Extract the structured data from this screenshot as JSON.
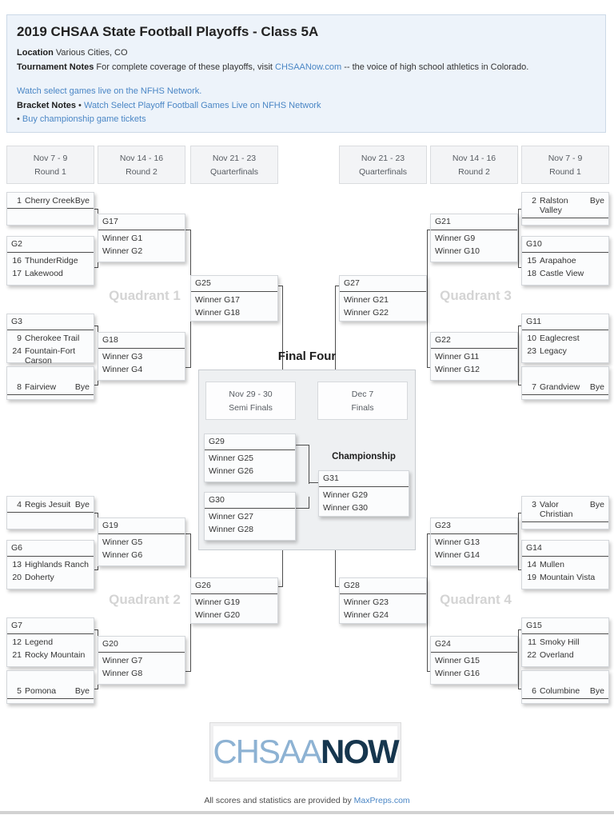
{
  "header": {
    "title": "2019 CHSAA State Football Playoffs - Class 5A",
    "location_label": "Location",
    "location_value": "Various Cities, CO",
    "notes_label": "Tournament Notes",
    "notes_before": "For complete coverage of these playoffs, visit",
    "notes_link": "CHSAANow.com",
    "notes_after": "-- the voice of high school athletics in Colorado.",
    "watch_link": "Watch select games live on the NFHS Network.",
    "bracket_notes_label": "Bracket Notes",
    "bullet": "•",
    "note_link_1": "Watch Select Playoff Football Games Live on NFHS Network",
    "note_link_2": "Buy championship game tickets"
  },
  "rounds": {
    "left": [
      {
        "dates": "Nov 7 - 9",
        "name": "Round 1"
      },
      {
        "dates": "Nov 14 - 16",
        "name": "Round 2"
      },
      {
        "dates": "Nov 21 - 23",
        "name": "Quarterfinals"
      }
    ],
    "right": [
      {
        "dates": "Nov 21 - 23",
        "name": "Quarterfinals"
      },
      {
        "dates": "Nov 14 - 16",
        "name": "Round 2"
      },
      {
        "dates": "Nov 7 - 9",
        "name": "Round 1"
      }
    ]
  },
  "quadrants": {
    "q1": "Quadrant 1",
    "q2": "Quadrant 2",
    "q3": "Quadrant 3",
    "q4": "Quadrant 4"
  },
  "final_four": {
    "title": "Final Four",
    "semi": {
      "dates": "Nov 29 - 30",
      "name": "Semi Finals"
    },
    "finals": {
      "dates": "Dec 7",
      "name": "Finals"
    },
    "championship_label": "Championship"
  },
  "byes": {
    "cherry_creek": {
      "seed": "1",
      "name": "Cherry Creek",
      "bye": "Bye"
    },
    "fairview": {
      "seed": "8",
      "name": "Fairview",
      "bye": "Bye"
    },
    "regis_jesuit": {
      "seed": "4",
      "name": "Regis Jesuit",
      "bye": "Bye"
    },
    "pomona": {
      "seed": "5",
      "name": "Pomona",
      "bye": "Bye"
    },
    "ralston_valley": {
      "seed": "2",
      "name": "Ralston Valley",
      "bye": "Bye"
    },
    "grandview": {
      "seed": "7",
      "name": "Grandview",
      "bye": "Bye"
    },
    "valor_christian": {
      "seed": "3",
      "name": "Valor Christian",
      "bye": "Bye"
    },
    "columbine": {
      "seed": "6",
      "name": "Columbine",
      "bye": "Bye"
    }
  },
  "games": {
    "g2": {
      "id": "G2",
      "t1_seed": "16",
      "t1": "ThunderRidge",
      "t2_seed": "17",
      "t2": "Lakewood"
    },
    "g3": {
      "id": "G3",
      "t1_seed": "9",
      "t1": "Cherokee Trail",
      "t2_seed": "24",
      "t2": "Fountain-Fort Carson"
    },
    "g6": {
      "id": "G6",
      "t1_seed": "13",
      "t1": "Highlands Ranch",
      "t2_seed": "20",
      "t2": "Doherty"
    },
    "g7": {
      "id": "G7",
      "t1_seed": "12",
      "t1": "Legend",
      "t2_seed": "21",
      "t2": "Rocky Mountain"
    },
    "g10": {
      "id": "G10",
      "t1_seed": "15",
      "t1": "Arapahoe",
      "t2_seed": "18",
      "t2": "Castle View"
    },
    "g11": {
      "id": "G11",
      "t1_seed": "10",
      "t1": "Eaglecrest",
      "t2_seed": "23",
      "t2": "Legacy"
    },
    "g14": {
      "id": "G14",
      "t1_seed": "14",
      "t1": "Mullen",
      "t2_seed": "19",
      "t2": "Mountain Vista"
    },
    "g15": {
      "id": "G15",
      "t1_seed": "11",
      "t1": "Smoky Hill",
      "t2_seed": "22",
      "t2": "Overland"
    },
    "g17": {
      "id": "G17",
      "t1": "Winner G1",
      "t2": "Winner G2"
    },
    "g18": {
      "id": "G18",
      "t1": "Winner G3",
      "t2": "Winner G4"
    },
    "g19": {
      "id": "G19",
      "t1": "Winner G5",
      "t2": "Winner G6"
    },
    "g20": {
      "id": "G20",
      "t1": "Winner G7",
      "t2": "Winner G8"
    },
    "g21": {
      "id": "G21",
      "t1": "Winner G9",
      "t2": "Winner G10"
    },
    "g22": {
      "id": "G22",
      "t1": "Winner G11",
      "t2": "Winner G12"
    },
    "g23": {
      "id": "G23",
      "t1": "Winner G13",
      "t2": "Winner G14"
    },
    "g24": {
      "id": "G24",
      "t1": "Winner G15",
      "t2": "Winner G16"
    },
    "g25": {
      "id": "G25",
      "t1": "Winner G17",
      "t2": "Winner G18"
    },
    "g26": {
      "id": "G26",
      "t1": "Winner G19",
      "t2": "Winner G20"
    },
    "g27": {
      "id": "G27",
      "t1": "Winner G21",
      "t2": "Winner G22"
    },
    "g28": {
      "id": "G28",
      "t1": "Winner G23",
      "t2": "Winner G24"
    },
    "g29": {
      "id": "G29",
      "t1": "Winner G25",
      "t2": "Winner G26"
    },
    "g30": {
      "id": "G30",
      "t1": "Winner G27",
      "t2": "Winner G28"
    },
    "g31": {
      "id": "G31",
      "t1": "Winner G29",
      "t2": "Winner G30"
    }
  },
  "footer": {
    "logo_left": "CHSAA",
    "logo_right": "NOW",
    "credit_text": "All scores and statistics are provided by",
    "credit_link": "MaxPreps.com"
  },
  "colors": {
    "link": "#4a86c5",
    "panel_bg": "#edf3fa",
    "logo_light": "#8db2d3",
    "logo_dark": "#16364e"
  }
}
